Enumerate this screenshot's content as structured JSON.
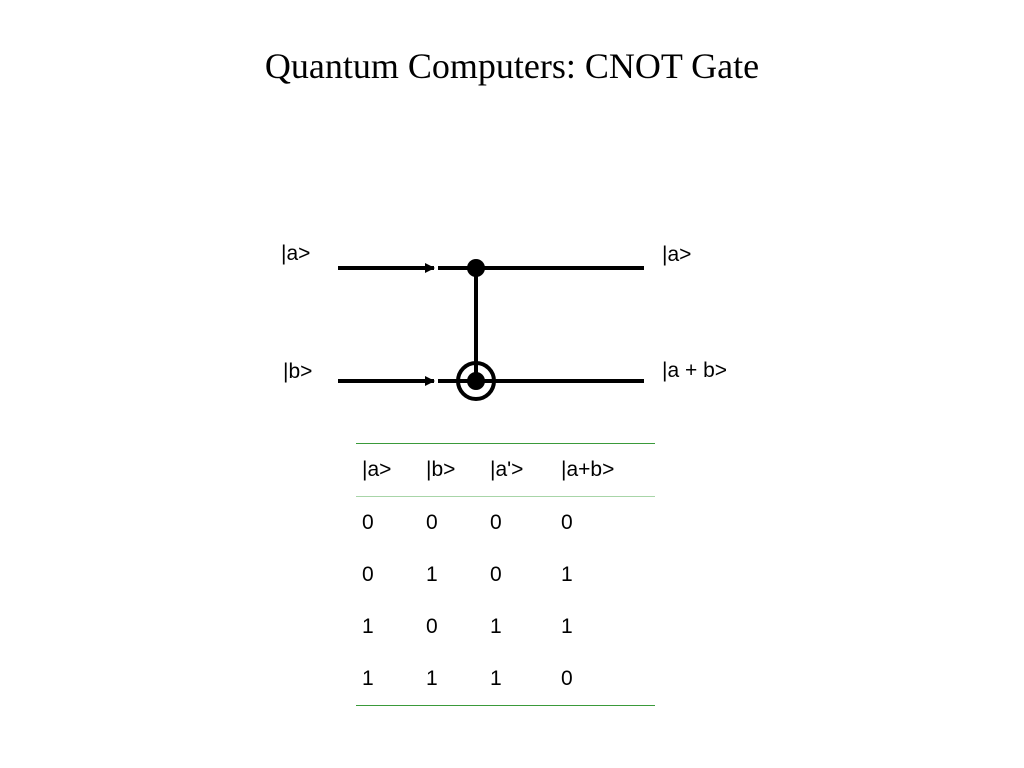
{
  "title": "Quantum Computers: CNOT Gate",
  "colors": {
    "line": "#000000",
    "table_rule": "#3a9a3a",
    "table_header_rule": "#a8d5a8"
  },
  "circuit": {
    "input_a": "|a>",
    "input_b": "|b>",
    "output_a": "|a>",
    "output_b": "|a + b>",
    "control_icon": "filled-dot-icon",
    "target_icon": "circled-dot-icon"
  },
  "truth_table": {
    "headers": [
      "|a>",
      "|b>",
      "|a'>",
      "|a+b>"
    ],
    "rows": [
      [
        "0",
        "0",
        "0",
        "0"
      ],
      [
        "0",
        "1",
        "0",
        "1"
      ],
      [
        "1",
        "0",
        "1",
        "1"
      ],
      [
        "1",
        "1",
        "1",
        "0"
      ]
    ]
  }
}
